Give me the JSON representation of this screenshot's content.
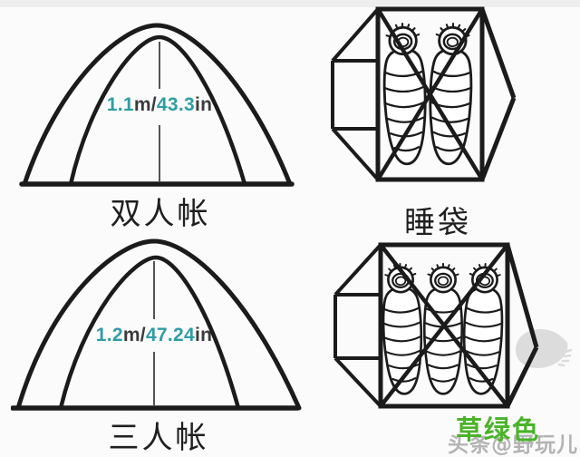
{
  "colors": {
    "ink": "#1b1b1b",
    "measure_teal": "#2f9da5",
    "measure_dark": "#3b3b3b",
    "label_ink": "#1f1f1f",
    "green_label": "#4ab32a",
    "watermark_gray": "#b3b3b3",
    "blob_gray": "#dcdcdc",
    "top_strip": "#efeeee",
    "background": "#fcfbfb"
  },
  "figures": {
    "double_tent": {
      "label": "双人帐",
      "measurement": {
        "metric": "1.1",
        "metric_unit": "m/",
        "imperial": "43.3",
        "imperial_unit": "in"
      }
    },
    "double_topview": {
      "label": "睡袋",
      "bag_count": 2
    },
    "triple_tent": {
      "label": "三人帐",
      "measurement": {
        "metric": "1.2",
        "metric_unit": "m/",
        "imperial": "47.24",
        "imperial_unit": "in"
      }
    },
    "triple_topview": {
      "bag_count": 3
    }
  },
  "watermarks": {
    "green_label": "草绿色",
    "source_text": "头条@野玩儿"
  }
}
